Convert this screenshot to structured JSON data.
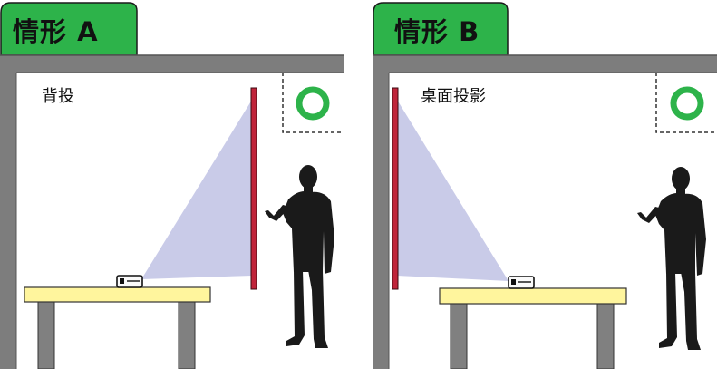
{
  "panels": [
    {
      "tab_label": "情形 A",
      "caption": "背投",
      "status": "ok-circle-icon"
    },
    {
      "tab_label": "情形 B",
      "caption": "桌面投影",
      "status": "ok-circle-icon"
    }
  ],
  "colors": {
    "tab_green": "#2db34a",
    "wall_gray": "#7d7d7d",
    "leg_gray": "#808080",
    "table_top": "#fff59d",
    "screen_red": "#c0243a",
    "light_cone": "#c9cbe8",
    "ok_green": "#2db34a",
    "silhouette": "#1a1a1a"
  }
}
